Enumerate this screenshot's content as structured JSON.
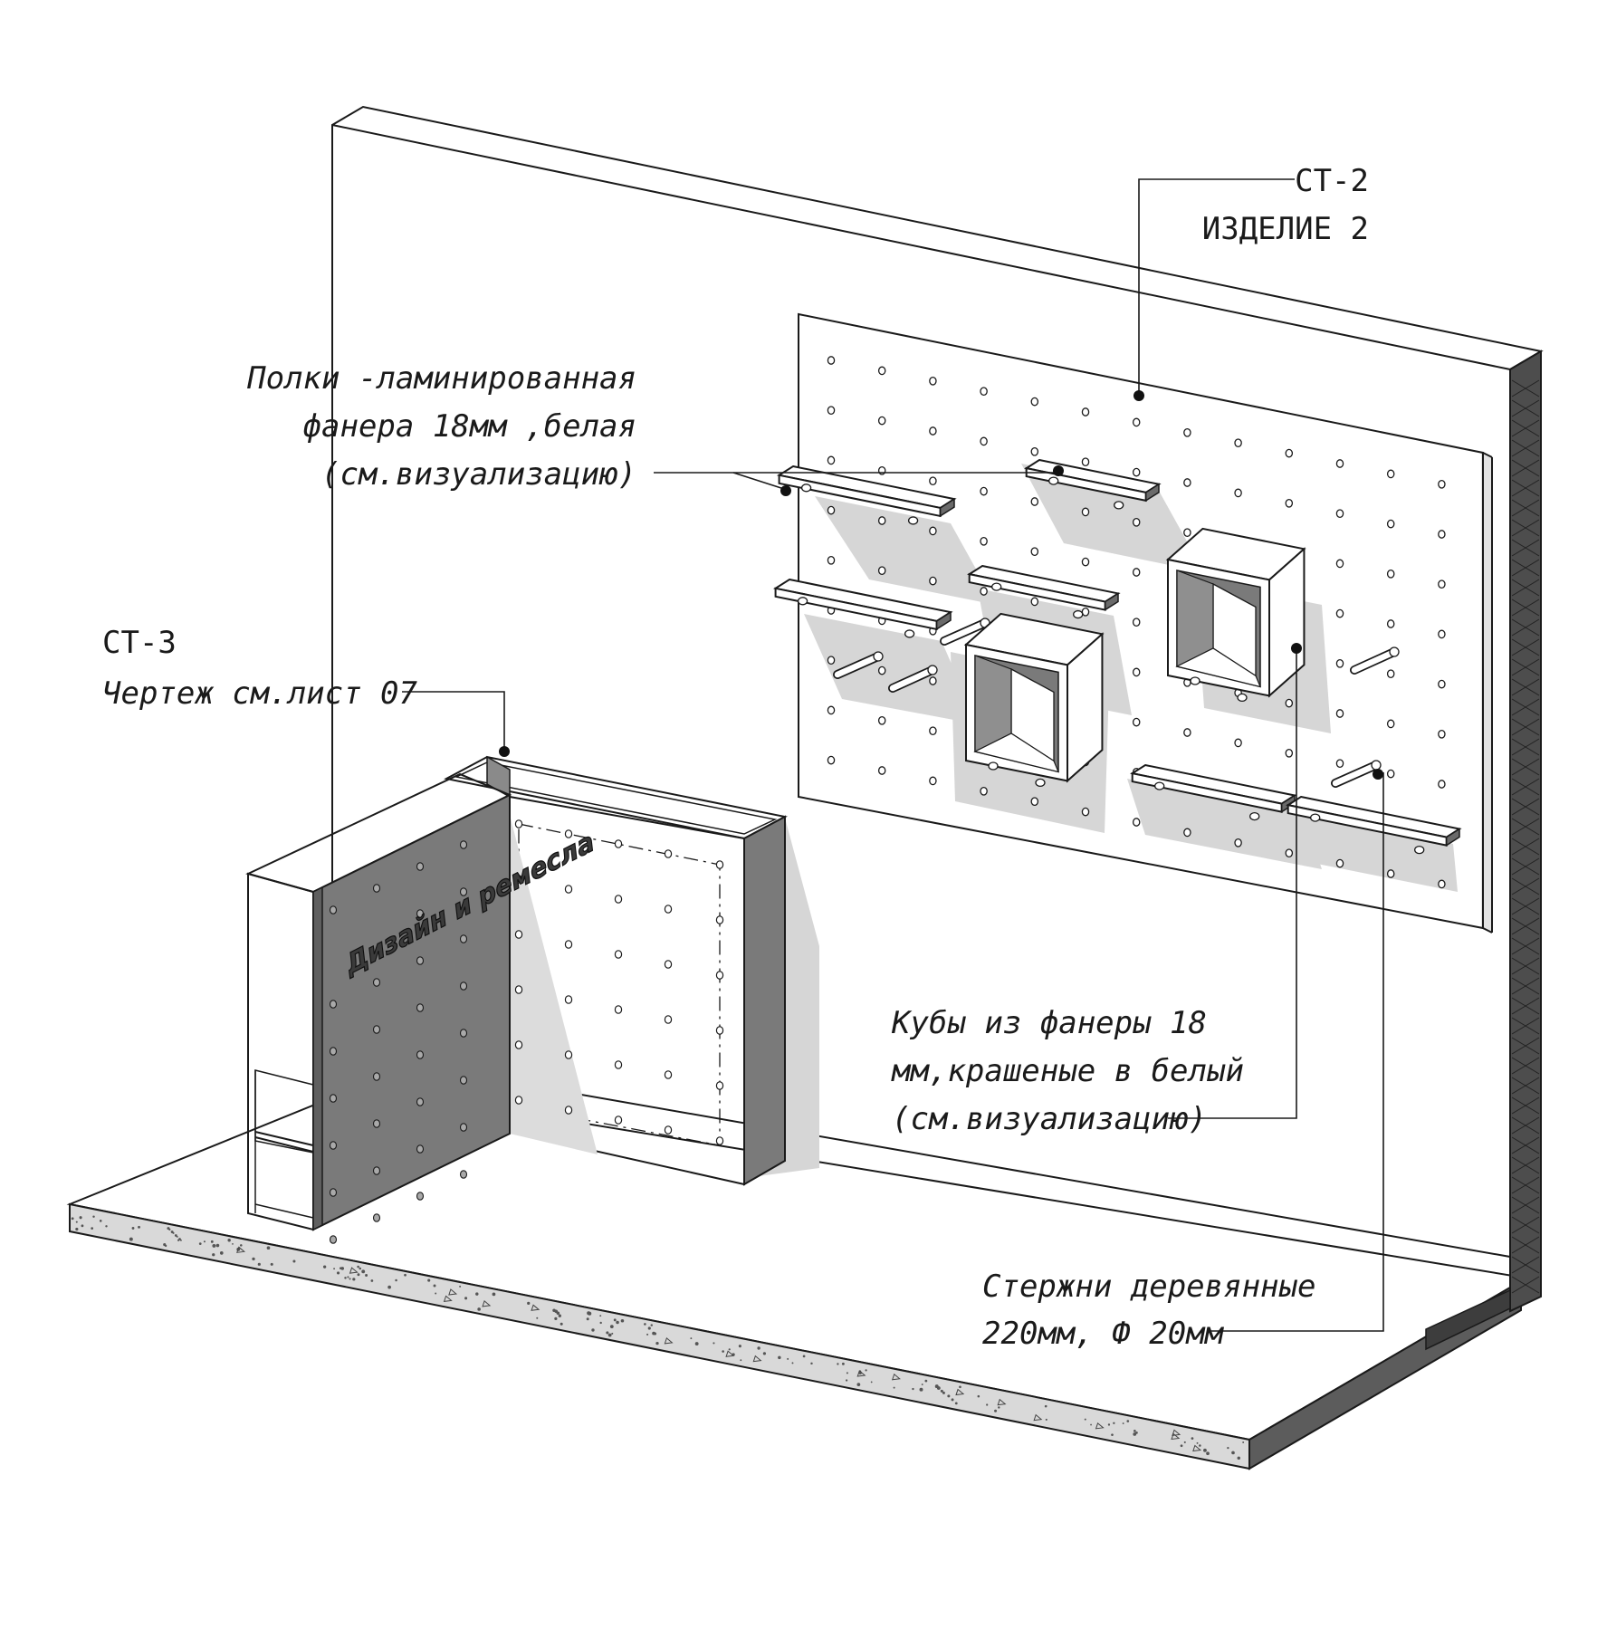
{
  "callouts": {
    "ct2": {
      "line1": "СТ-2",
      "line2": "ИЗДЕЛИЕ 2"
    },
    "shelves": {
      "line1": "Полки -ламинированная",
      "line2": "фанера 18мм ,белая",
      "line3": "(см.визуализацию)"
    },
    "ct3": {
      "line1": "СТ-3",
      "line2": "Чертеж см.лист 07"
    },
    "cubes": {
      "line1": "Кубы из фанеры 18",
      "line2": "мм,крашеные в белый",
      "line3": "(см.визуализацию)"
    },
    "rods": {
      "line1": "Стержни деревянные",
      "line2": "220мм, Ф 20мм"
    }
  },
  "logo": {
    "text": "Дизайн и ремесла"
  },
  "colors": {
    "line": "#1a1a1a",
    "shadow": "#d6d6d6",
    "dark_panel": "#7a7a7a",
    "panel_side": "#5f5f5f",
    "wall_edge": "#4d4d4d",
    "slab_edge": "#d9d9d9"
  }
}
